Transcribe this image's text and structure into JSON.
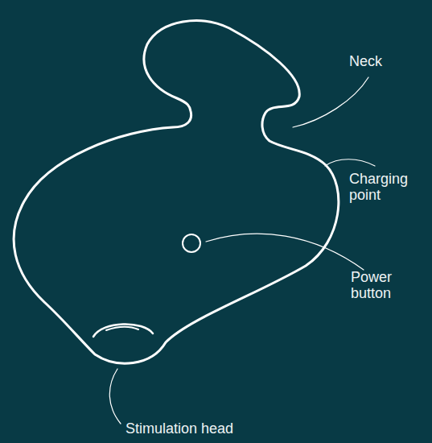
{
  "diagram": {
    "labels": [
      "Neck",
      "Charging point",
      "Power button",
      "Stimulation head"
    ]
  }
}
